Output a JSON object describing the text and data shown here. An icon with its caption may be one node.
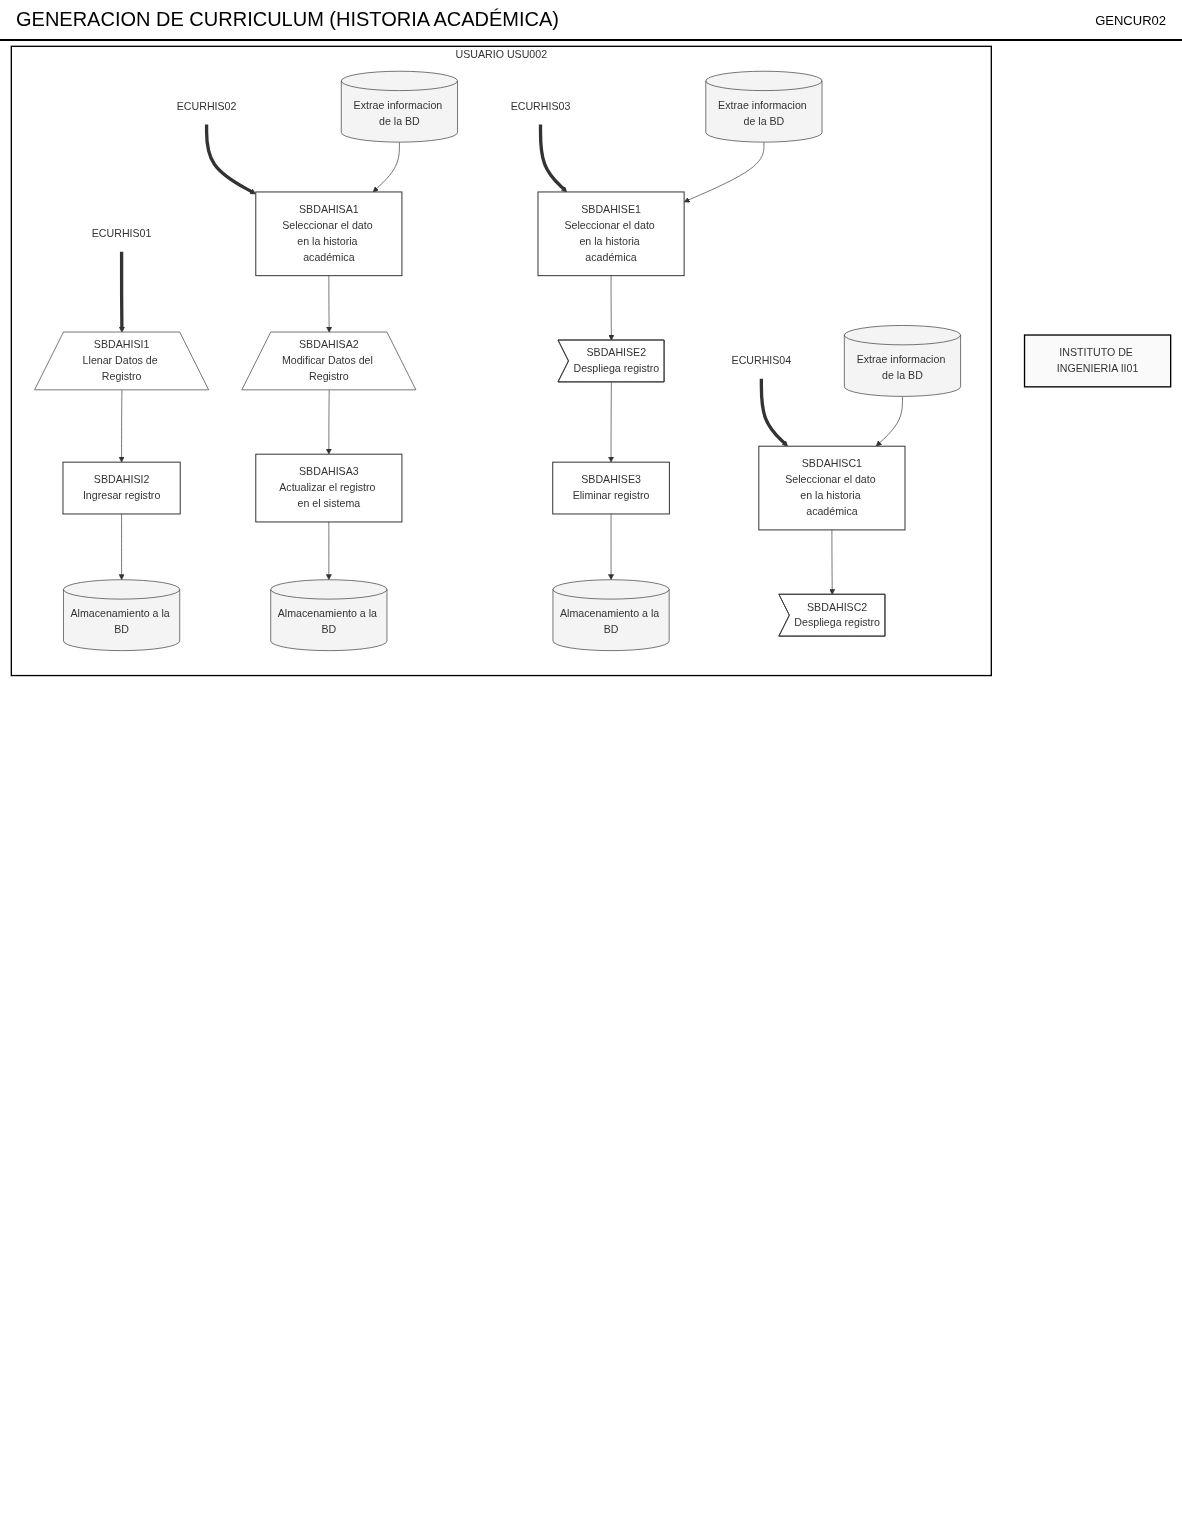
{
  "diagram": {
    "title": "GENERACION DE CURRICULUM (HISTORIA ACADÉMICA)",
    "nodes": [
      {
        "text": [
          "USUARIO USU002"
        ]
      },
      {
        "text": [
          "ECURHIS01"
        ],
        "in": 0
      },
      {
        "text": [
          "SBDAHISI1",
          "Llenar Datos de Registro"
        ],
        "in": 0
      },
      {
        "text": [
          "SBDAHISI2",
          "Ingresar registro"
        ],
        "in": 0
      },
      {
        "text": [
          "Almacenamiento a la BD"
        ],
        "in": 0
      },
      {
        "text": [
          "ECURHIS02"
        ],
        "in": 0
      },
      {
        "text": [
          "SBDAHISA1",
          "Seleccionar el dato en la historia académica"
        ],
        "in": 0
      },
      {
        "text": [
          "Extrae informacion de la BD"
        ],
        "in": 0
      },
      {
        "text": [
          "SBDAHISA2",
          "Modificar Datos del Registro"
        ],
        "in": 0
      },
      {
        "text": [
          "SBDAHISA3",
          "Actualizar el registro en el sistema"
        ],
        "in": 0
      },
      {
        "text": [
          "Almacenamiento a la BD"
        ],
        "in": 0
      },
      {
        "text": [
          "ECURHIS03"
        ],
        "in": 0
      },
      {
        "text": [
          "SBDAHISE1",
          "Seleccionar el dato en la historia académica"
        ],
        "in": 0
      },
      {
        "text": [
          "Extrae informacion de la BD"
        ],
        "in": 0
      },
      {
        "text": [
          "SBDAHISE2",
          "Despliega registro"
        ],
        "in": 0
      },
      {
        "text": [
          "SBDAHISE3",
          "Eliminar registro"
        ],
        "in": 0
      },
      {
        "text": [
          "Almacenamiento a la BD"
        ],
        "in": 0
      },
      {
        "text": [
          "ECURHIS04"
        ],
        "in": 0
      },
      {
        "text": [
          "SBDAHISC1",
          "Seleccionar el dato en la historia académica"
        ],
        "in": 0
      },
      {
        "text": [
          "Extrae informacion de la BD"
        ],
        "in": 0
      },
      {
        "text": [
          "SBDAHISC2",
          "Despliega registro"
        ],
        "in": 0
      },
      {
        "text": [
          "INSTITUTO DE INGENIERIA II01"
        ]
      }
    ],
    "edges": [
      {
        "from": 1,
        "to": 2,
        "arrow": "to",
        "style": "thick"
      },
      {
        "from": 2,
        "to": 3,
        "arrow": "to"
      },
      {
        "from": 3,
        "to": 4,
        "arrow": "to"
      },
      {
        "from": 5,
        "to": 6,
        "arrow": "to",
        "style": "thick"
      },
      {
        "from": 7,
        "to": 6,
        "arrow": "to"
      },
      {
        "from": 6,
        "to": 8,
        "arrow": "to"
      },
      {
        "from": 8,
        "to": 9,
        "arrow": "to"
      },
      {
        "from": 9,
        "to": 10,
        "arrow": "to"
      },
      {
        "from": 11,
        "to": 12,
        "arrow": "to",
        "style": "thick"
      },
      {
        "from": 13,
        "to": 12,
        "arrow": "to"
      },
      {
        "from": 12,
        "to": 14,
        "arrow": "to"
      },
      {
        "from": 14,
        "to": 15,
        "arrow": "to"
      },
      {
        "from": 15,
        "to": 16,
        "arrow": "to"
      },
      {
        "from": 17,
        "to": 18,
        "arrow": "to",
        "style": "thick"
      },
      {
        "from": 19,
        "to": 18,
        "arrow": "to"
      },
      {
        "from": 18,
        "to": 20,
        "arrow": "to"
      }
    ],
    "labels": [
      "GENCUR02"
    ]
  }
}
